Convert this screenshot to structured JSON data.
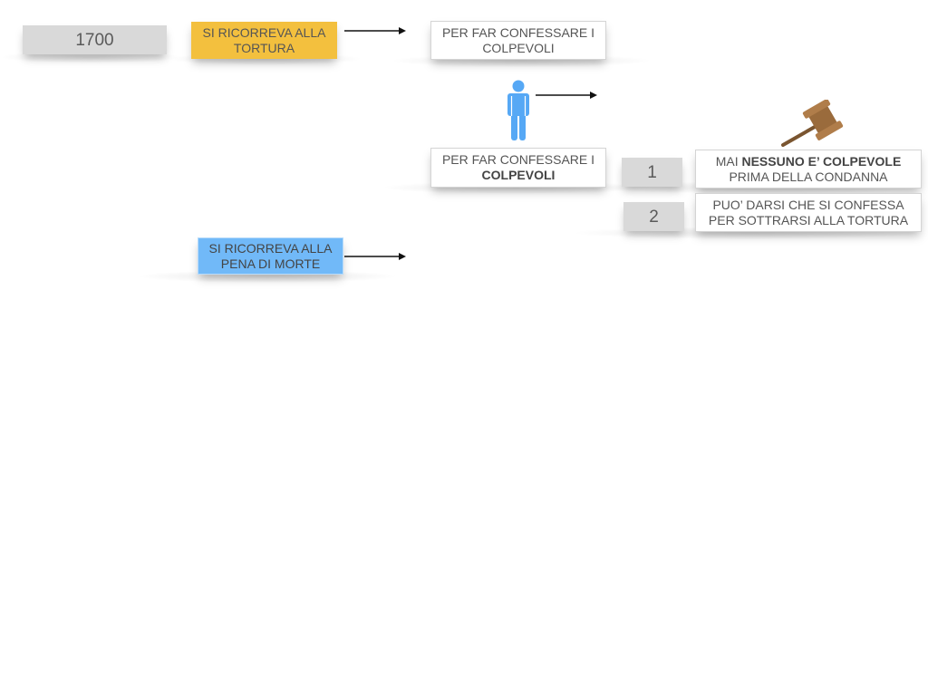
{
  "year": "1700",
  "torture_box": {
    "line1": "SI RICORREVA ALLA",
    "line2": "TORTURA"
  },
  "confess_box_top": {
    "line1": "PER FAR CONFESSARE I",
    "line2": "COLPEVOLI"
  },
  "confess_box_mid": {
    "line1": "PER FAR CONFESSARE I",
    "line2": "COLPEVOLI"
  },
  "point1": {
    "number": "1",
    "prefix": "MAI ",
    "bold": "NESSUNO E’ COLPEVOLE",
    "line2": "PRIMA DELLA CONDANNA"
  },
  "point2": {
    "number": "2",
    "line1": "PUO’ DARSI CHE SI CONFESSA",
    "line2": "PER SOTTRARSI ALLA TORTURA"
  },
  "death_box": {
    "line1": "SI RICORREVA ALLA",
    "line2": "PENA DI MORTE"
  },
  "icons": {
    "person": "person-icon",
    "gavel": "gavel-icon"
  },
  "colors": {
    "yellow": "#f3c03e",
    "blue": "#71b9f8",
    "gray": "#d9d9d9",
    "person": "#56a8f5",
    "gavel": "#9a6b3c"
  }
}
